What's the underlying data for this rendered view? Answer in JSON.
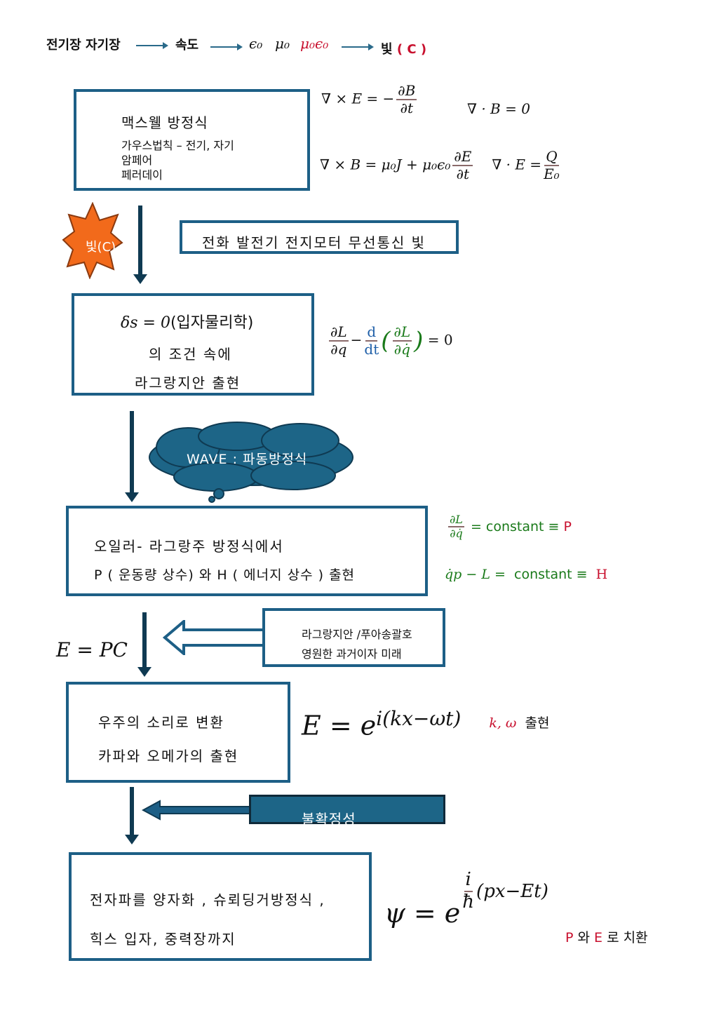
{
  "top": {
    "t1": "전기장 자기장",
    "t2": "속도",
    "eps": "ϵ₀",
    "mu": "μ₀",
    "mueps": "μ₀ϵ₀",
    "light": "빛",
    "c": "( C )"
  },
  "maxwell": {
    "title": "맥스웰 방정식",
    "l1": "가우스법칙 – 전기, 자기",
    "l2": "암페어",
    "l3": "페러데이",
    "eq1_left": "∇ × E = −",
    "eq1_num": "∂B",
    "eq1_den": "∂t",
    "eq2": "∇ · B = 0",
    "eq3_left": "∇ × B = μ₀J + μ₀ϵ₀",
    "eq3_num": "∂E",
    "eq3_den": "∂t",
    "eq4_left": "∇ · E =",
    "eq4_num": "Q",
    "eq4_den": "E₀"
  },
  "star": {
    "label": "빛(C)"
  },
  "apps": {
    "label": "전화 발전기  전지모터 무선통신 빛"
  },
  "lagrange": {
    "l1_math": "δs = 0",
    "l1_text": "(입자물리학)",
    "l2": "의 조건 속에",
    "l3": "라그랑지안 출현",
    "eq_num1": "∂L",
    "eq_den1": "∂q",
    "minus": "−",
    "d_num": "d",
    "d_den": "dt",
    "eq_num2": "∂L",
    "eq_den2": "∂q̇",
    "eq_right": "= 0"
  },
  "cloud": {
    "label": "WAVE : 파동방정식"
  },
  "euler": {
    "l1": "오일러- 라그랑주 방정식에서",
    "l2": "P ( 운동량 상수) 와 H ( 에너지 상수 ) 출현",
    "c1_num": "∂L",
    "c1_den": "∂q̇",
    "c1_mid": "= constant ≡",
    "c1_P": "P",
    "c2_left": "q̇p − L =",
    "c2_mid": "constant ≡",
    "c2_H": "H"
  },
  "poisson": {
    "l1": "라그랑지안 /푸아송괄호",
    "l2": "영원한 과거이자 미래"
  },
  "epc": "E = PC",
  "cosmos": {
    "l1": "우주의 소리로 변환",
    "l2": "카파와 오메가의 출현",
    "eq": "E = e",
    "exp": "i(kx−ωt)",
    "kw": "k, ω",
    "kw_text": "출현"
  },
  "uncert": {
    "label": "불확정성"
  },
  "quantum": {
    "l1": "전자파를 양자화 , 슈뢰딩거방정식 ,",
    "l2": "힉스 입자, 중력장까지",
    "eq": "ψ = e",
    "exp_num": "i",
    "exp_den": "ħ",
    "exp_rest": "(px−Et)",
    "sub_P": "P",
    "sub_wa": "와",
    "sub_E": "E",
    "sub_rest": "로 치환"
  }
}
